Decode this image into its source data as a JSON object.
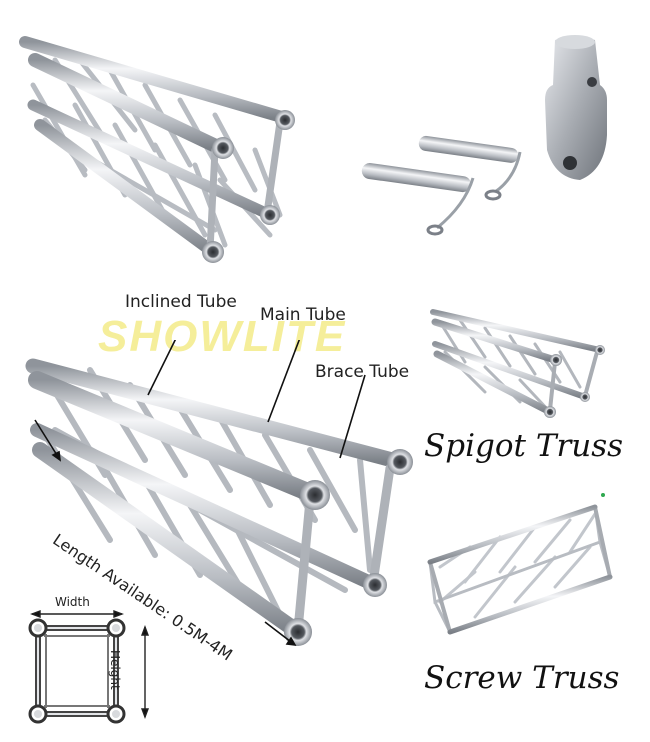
{
  "watermark": {
    "text": "SHOWLITE",
    "color": "#f5ee9a"
  },
  "labels": {
    "inclined_tube": "Inclined Tube",
    "main_tube": "Main Tube",
    "brace_tube": "Brace Tube",
    "length": "Length Available: 0.5M-4M",
    "width": "Width",
    "height": "Height"
  },
  "captions": {
    "spigot": "Spigot Truss",
    "screw": "Screw Truss"
  },
  "colors": {
    "aluminium": "#c9ccd2",
    "aluminium_dark": "#8d9299",
    "accent_green": "#2fa84f"
  }
}
